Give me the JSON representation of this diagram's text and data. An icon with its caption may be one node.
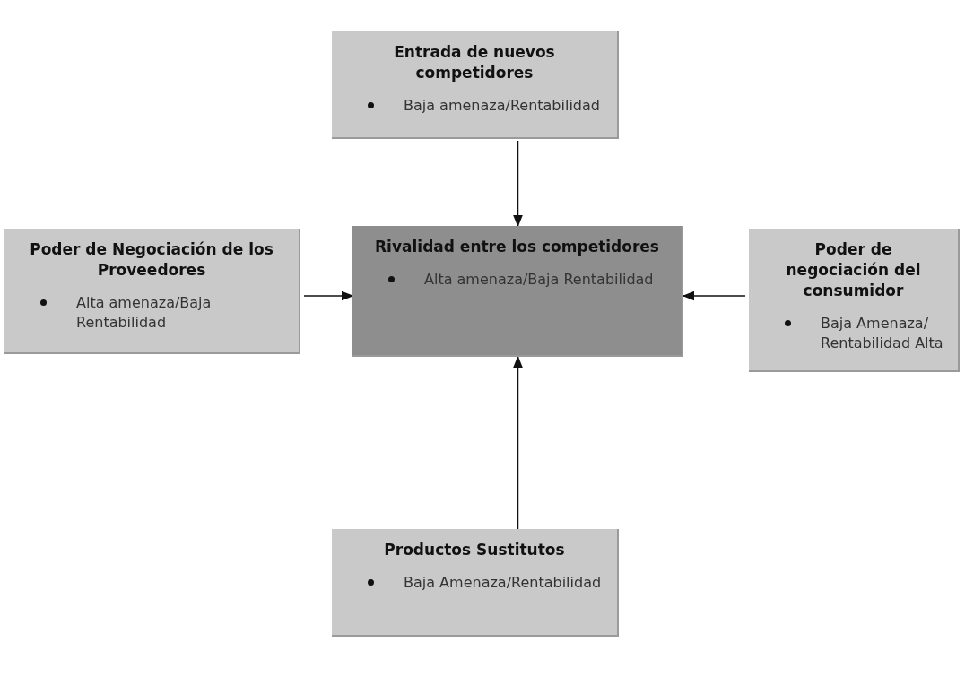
{
  "diagram": {
    "nodes": [
      {
        "text": [
          "Entrada de nuevos competidores",
          "Baja amenaza/Rentabilidad"
        ]
      },
      {
        "text": [
          "Poder de Negociación de los Proveedores",
          "Alta amenaza/Baja Rentabilidad"
        ]
      },
      {
        "text": [
          "Rivalidad entre los competidores",
          "Alta amenaza/Baja Rentabilidad"
        ]
      },
      {
        "text": [
          "Poder de negociación del consumidor",
          "Baja Amenaza/ Rentabilidad Alta"
        ]
      },
      {
        "text": [
          "Productos Sustitutos",
          "Baja Amenaza/Rentabilidad"
        ]
      }
    ],
    "edges": [
      {
        "from": 0,
        "to": 2,
        "arrow": "to"
      },
      {
        "from": 1,
        "to": 2,
        "arrow": "to"
      },
      {
        "from": 3,
        "to": 2,
        "arrow": "to"
      },
      {
        "from": 4,
        "to": 2,
        "arrow": "to"
      }
    ]
  }
}
